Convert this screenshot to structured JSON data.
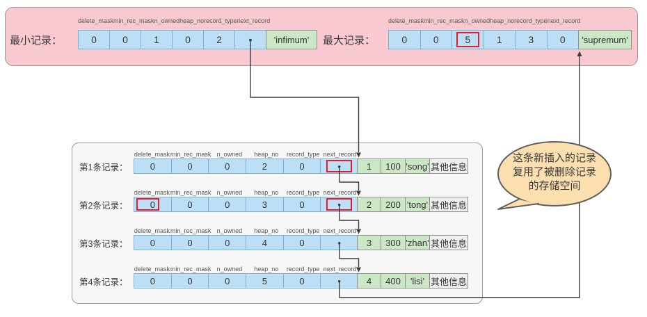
{
  "field_headers": [
    "delete_mask",
    "min_rec_mask",
    "n_owned",
    "heap_no",
    "record_type",
    "next_record"
  ],
  "min_record": {
    "label": "最小记录：",
    "values": [
      "0",
      "0",
      "1",
      "0",
      "2",
      "•"
    ],
    "name": "'infimum'"
  },
  "max_record": {
    "label": "最大记录：",
    "values": [
      "0",
      "0",
      "5",
      "1",
      "3",
      "0"
    ],
    "name": "'supremum'",
    "highlighted_field": "n_owned"
  },
  "records": [
    {
      "label": "第1条记录：",
      "values": [
        "0",
        "0",
        "0",
        "2",
        "0",
        "•"
      ],
      "data": [
        "1",
        "100",
        "'song'",
        "其他信息"
      ],
      "highlighted_fields": [
        "next_record"
      ]
    },
    {
      "label": "第2条记录：",
      "values": [
        "0",
        "0",
        "0",
        "3",
        "0",
        "•"
      ],
      "data": [
        "2",
        "200",
        "'tong'",
        "其他信息"
      ],
      "highlighted_fields": [
        "delete_mask",
        "next_record"
      ]
    },
    {
      "label": "第3条记录：",
      "values": [
        "0",
        "0",
        "0",
        "4",
        "0",
        "•"
      ],
      "data": [
        "3",
        "300",
        "'zhan'",
        "其他信息"
      ],
      "highlighted_fields": []
    },
    {
      "label": "第4条记录：",
      "values": [
        "0",
        "0",
        "0",
        "5",
        "0",
        "•"
      ],
      "data": [
        "4",
        "400",
        "'lisi'",
        "其他信息"
      ],
      "highlighted_fields": []
    }
  ],
  "callout": {
    "lines": [
      "这条新插入的记录",
      "复用了被删除记录",
      "的存储空间"
    ]
  },
  "colors": {
    "top_box_fill": "#F9C9D1",
    "records_box_fill": "#F7F7F7",
    "field_cell_fill": "#BCDFF5",
    "field_cell_border": "#79B1D8",
    "data_cell_fill": "#CBE7C6",
    "other_cell_fill": "#EFEFEF",
    "highlight_red": "#E81B2D",
    "callout_fill": "#FBDFAF",
    "arrow": "#3c3c3c"
  }
}
